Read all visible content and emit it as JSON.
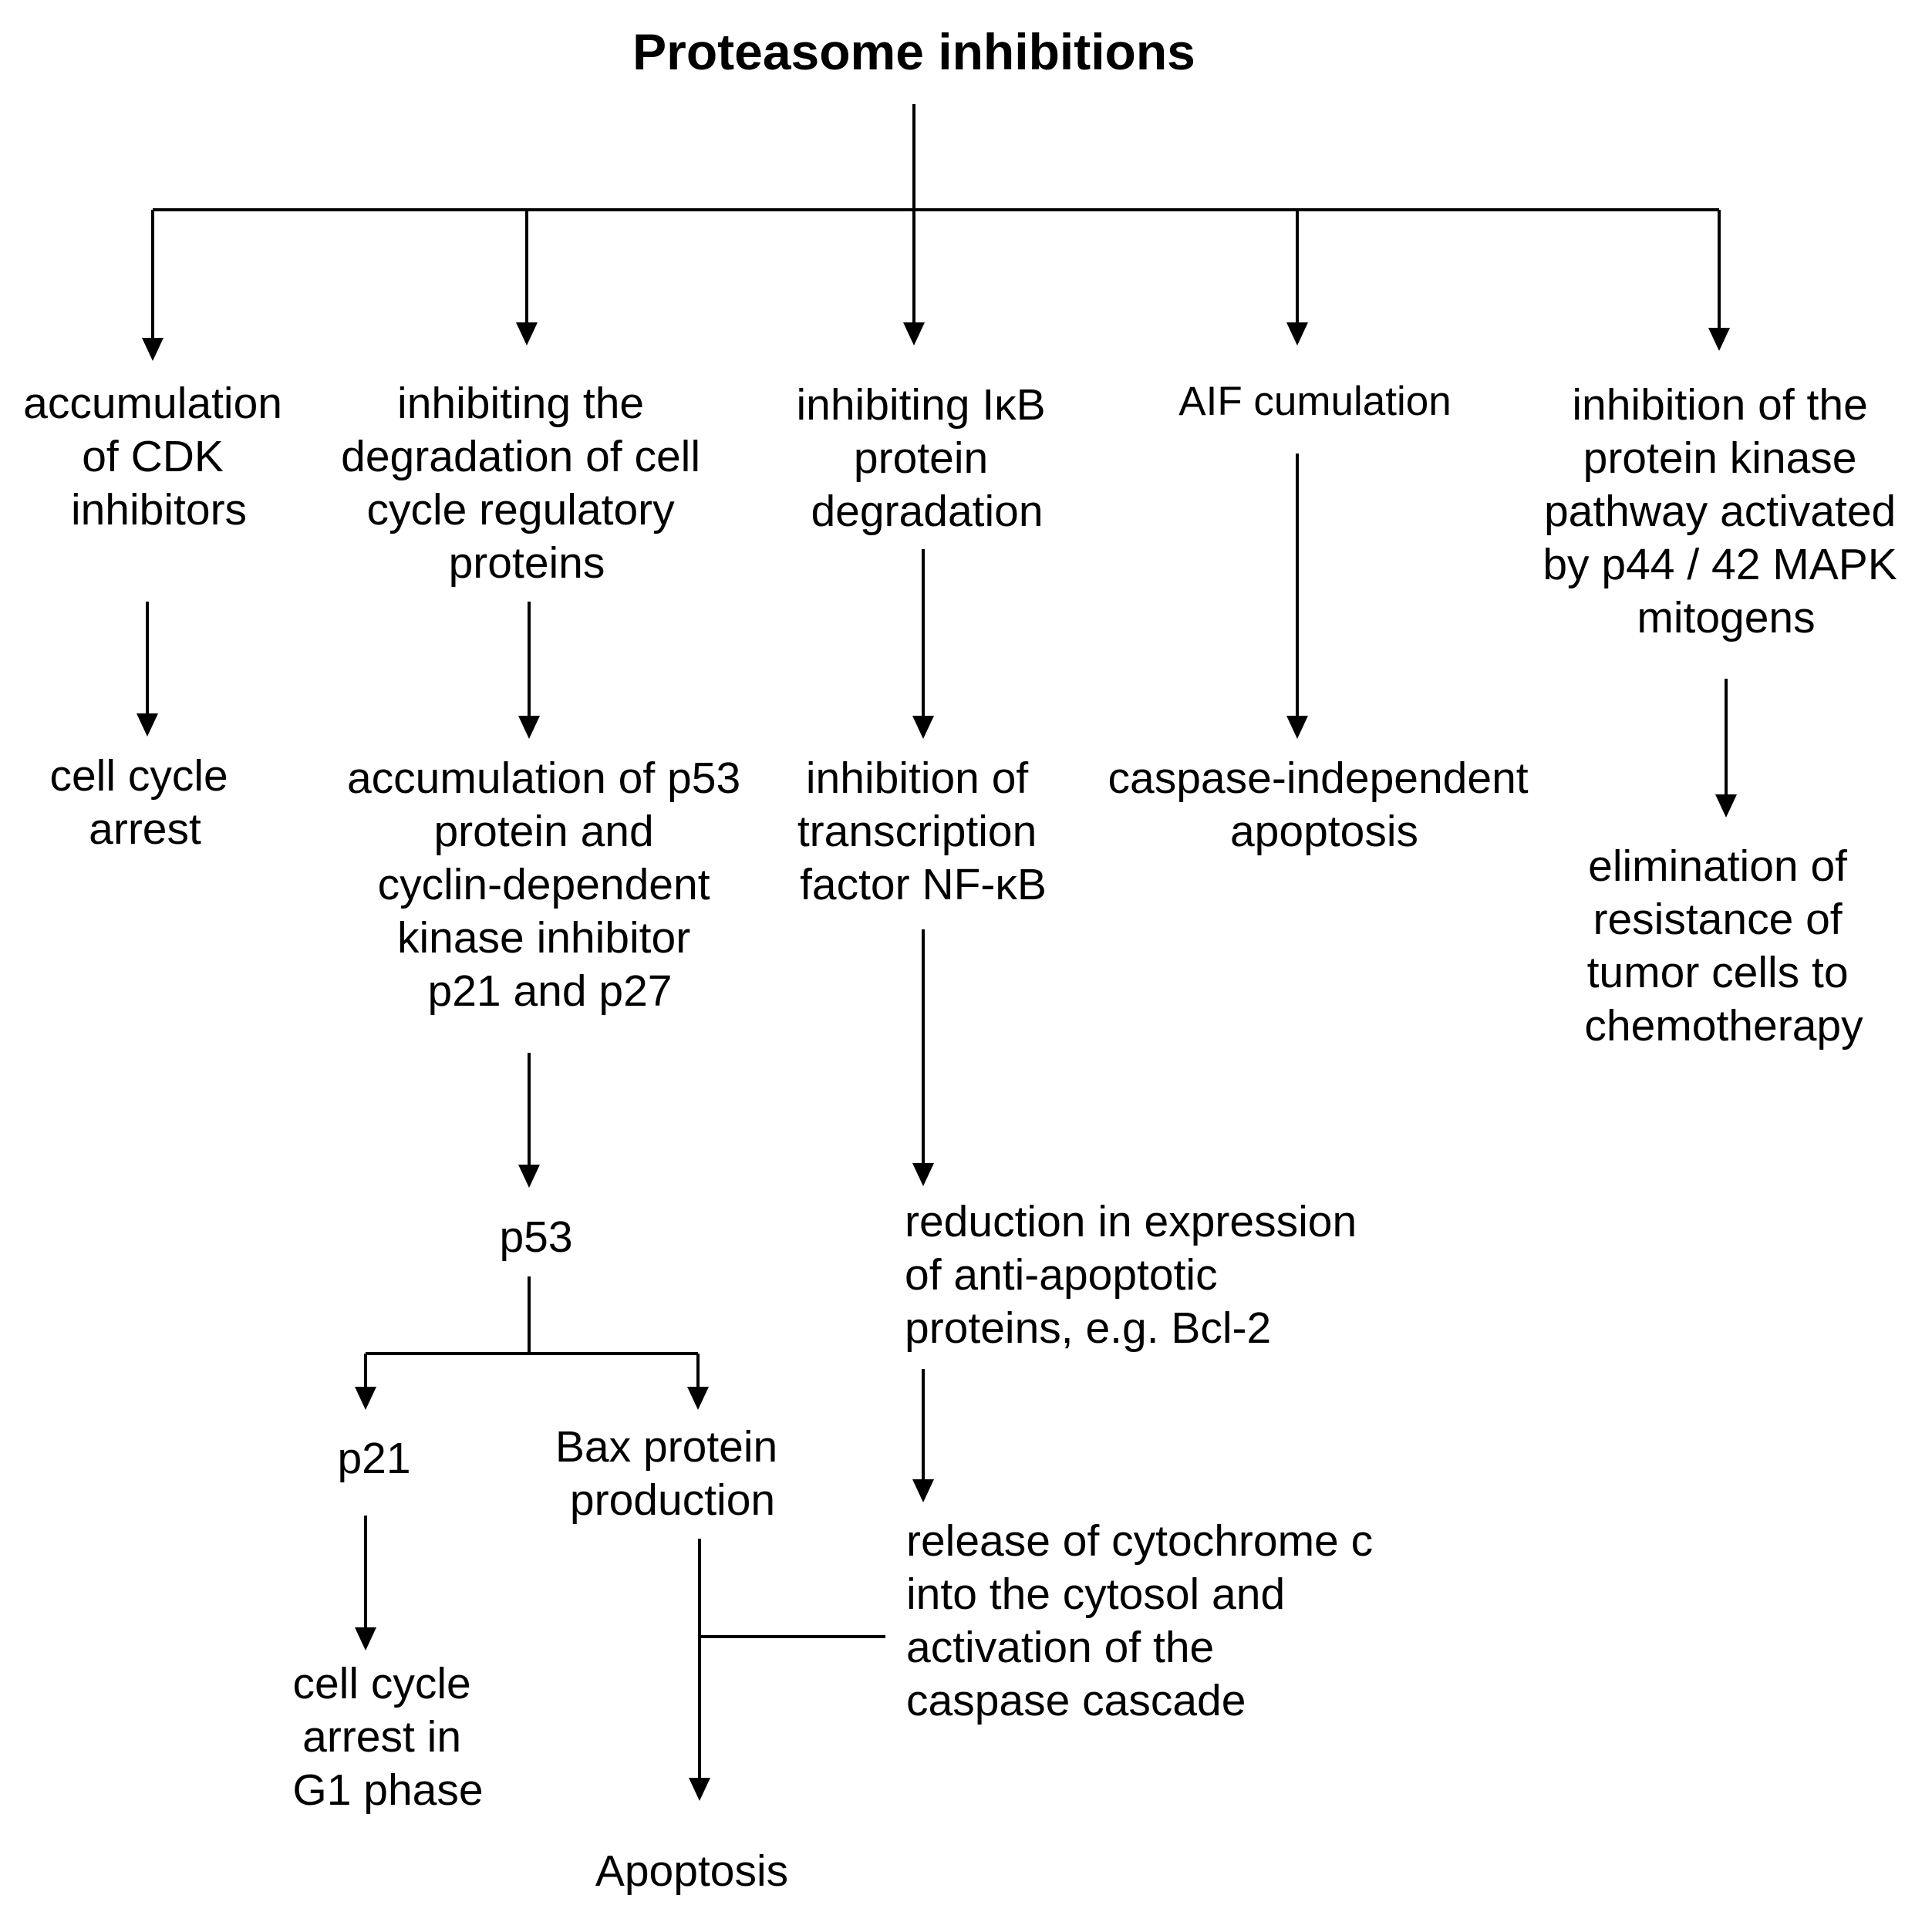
{
  "title": "Proteasome inhibitions",
  "nodes": {
    "cdk_accumulation": [
      "accumulation",
      "of CDK",
      "inhibitors"
    ],
    "cell_cycle_arrest": [
      "cell cycle",
      "arrest"
    ],
    "inhibiting_degradation": [
      "inhibiting the",
      "degradation of cell",
      "cycle regulatory",
      "proteins"
    ],
    "p53_accumulation": [
      "accumulation of p53",
      "protein and",
      "cyclin-dependent",
      "kinase inhibitor",
      "p21 and p27"
    ],
    "p53": [
      "p53"
    ],
    "p21": [
      "p21"
    ],
    "g1_arrest": [
      "cell cycle",
      "arrest in",
      "G1 phase"
    ],
    "bax_production": [
      "Bax protein",
      "production"
    ],
    "apoptosis": [
      "Apoptosis"
    ],
    "ikb_inhibition": [
      "inhibiting IκB",
      "protein",
      "degradation"
    ],
    "nfkb_inhibition": [
      "inhibition of",
      "transcription",
      "factor NF-κB"
    ],
    "antiapoptotic_reduction": [
      "reduction in expression",
      "of anti-apoptotic",
      "proteins, e.g. Bcl-2"
    ],
    "cytochrome_release": [
      "release of cytochrome c",
      "into the cytosol and",
      "activation of the",
      "caspase cascade"
    ],
    "aif_cumulation": [
      "AIF cumulation"
    ],
    "caspase_independent": [
      "caspase-independent",
      "apoptosis"
    ],
    "mapk_inhibition": [
      "inhibition of the",
      "protein kinase",
      "pathway activated",
      "by p44 / 42 MAPK",
      "mitogens"
    ],
    "chemo_resistance": [
      "elimination of",
      "resistance of",
      "tumor cells to",
      "chemotherapy"
    ]
  }
}
